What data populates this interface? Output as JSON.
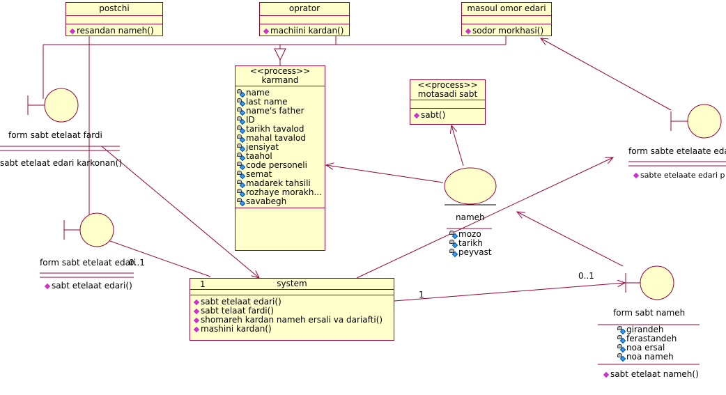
{
  "classes": {
    "postchi": {
      "name": "postchi",
      "operations": [
        "resandan nameh()"
      ]
    },
    "oprator": {
      "name": "oprator",
      "operations": [
        "machiini kardan()"
      ]
    },
    "masoul": {
      "name": "masoul omor edari",
      "operations": [
        "sodor morkhasi()"
      ]
    },
    "karmand": {
      "stereotype": "<<process>>",
      "name": "karmand",
      "attributes": [
        "name",
        "last name",
        "name's father",
        "ID",
        "tarikh tavalod",
        "mahal tavalod",
        "jensiyat",
        "taahol",
        "code personeli",
        "semat",
        "madarek tahsili",
        "rozhaye morakh...",
        "savabegh"
      ]
    },
    "motasadi": {
      "stereotype": "<<process>>",
      "name": "motasadi sabt",
      "operations": [
        "sabt()"
      ]
    },
    "system": {
      "name": "system",
      "multiplicity": "1",
      "operations": [
        "sabt etelaat edari()",
        "sabt telaat fardi()",
        "shomareh kardan nameh ersali va dariafti()",
        "mashini kardan()"
      ]
    }
  },
  "boundaries": {
    "fardi": {
      "name": "form sabt etelaat fardi",
      "operations": [
        "sabt etelaat edari karkonan()"
      ]
    },
    "edari": {
      "name": "form sabt etelaat edari",
      "multiplicity": "0..1",
      "operations": [
        "sabt etelaat edari()"
      ]
    },
    "sabte_edari": {
      "name": "form sabte etelaate edari",
      "operations": [
        "sabte etelaate edari p"
      ]
    },
    "nameh_form": {
      "name": "form sabt nameh",
      "attributes": [
        "girandeh",
        "ferastandeh",
        "noa ersal",
        "noa nameh"
      ],
      "operations": [
        "sabt etelaat nameh()"
      ]
    }
  },
  "entity": {
    "name": "nameh",
    "attributes": [
      "mozo",
      "tarikh",
      "peyvast"
    ]
  },
  "associations": {
    "system_nameh_form_left": "1",
    "system_nameh_form_right": "0..1"
  },
  "colors": {
    "fill": "#ffffcc",
    "stroke": "#990033",
    "operation_icon": "#cc33cc",
    "attribute_icon": "#3399ff"
  }
}
